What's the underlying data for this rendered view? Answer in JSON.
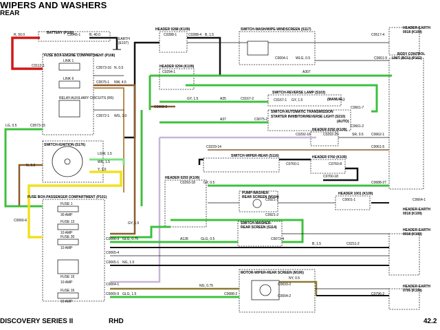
{
  "header": {
    "title": "WIPERS AND WASHERS",
    "subtitle": "REAR"
  },
  "footer": {
    "model": "DISCOVERY SERIES II",
    "drive": "RHD",
    "page": "42.2"
  },
  "components": {
    "battery": "BATTERY (P100)",
    "fuse_engine": "FUSE BOX-ENGINE COMPARTMENT (P108)",
    "link1": "LINK 1",
    "link6": "LINK 6",
    "relay": "RELAY-AUXILIARY CIRCUITS (R6)",
    "ignition": "SWITCH-IGNITION (S176)",
    "fuse_passenger": "FUSE BOX-PASSENGER COMPARTMENT (P101)",
    "header_0288": "HEADER 0288 (K109)",
    "header_0294": "HEADER 0294 (K109)",
    "header_0292": "HEADER 0292 (K109)",
    "header_0760": "HEADER 0760 (K109)",
    "header_0293": "HEADER 0293 (K109)",
    "header_1001": "HEADER 1001 (K109)",
    "switch_wash": "SWITCH-WASH/WIPE-WINDSCREEN (S117)",
    "switch_reverse": "SWITCH-REVERSE LAMP (S103)",
    "manual": "(MANUAL)",
    "switch_auto": "SWITCH-AUTOMATIC TRANSMISSION",
    "starter": "STARTER INHIBITOR/REVERSE LIGHT (S210)",
    "auto": "(AUTO)",
    "switch_wiper_rear": "SWITCH-WIPER-REAR (S116)",
    "pump": "PUMP-WASHER-",
    "pump2": "REAR SCREEN (M164)",
    "switch_washer": "SWITCH-WASHER-",
    "switch_washer2": "REAR SCREEN (S114)",
    "motor": "MOTOR-WIPER-REAR SCREEN (M106)",
    "bcu": "BODY CONTROL",
    "bcu2": "UNIT (BCU) (P162)",
    "header_earth_top": "HEADER-EARTH",
    "header_earth_top2": "0018 (K109)",
    "header_earth_mid": "HEADER-EARTH",
    "header_earth_mid2": "0018 (K109)",
    "header_earth_mid3": "HEADER-EARTH",
    "header_earth_mid4": "0018 (K109)",
    "header_earth_bot": "HEADER-EARTH",
    "header_earth_bot2": "0706 (K109)",
    "earth": "EARTH",
    "earth2": "(E107)"
  },
  "fuses": {
    "f1": "FUSE 1",
    "f1a": "30 AMP",
    "f2": "FUSE 13",
    "f2a": "10 AMP",
    "f3": "FUSE 30",
    "f3a": "10 AMP",
    "f4": "FUSE 15",
    "f4a": "10 AMP",
    "f5": "FUSE 16",
    "f5a": "10 AMP"
  },
  "wires": {
    "c1": "R, 50.0",
    "c2": "C0045-1",
    "c3": "B, 40.0",
    "c4": "C0112-1",
    "c5": "C0573-16",
    "c6": "N, 0.5",
    "c7": "C0575-1",
    "c8": "NW, 4.5",
    "c9": "C0572-1",
    "c10": "WG, 3.0",
    "c11": "LG, 0.5",
    "c12": "C0573-15",
    "c13": "N, 6.0",
    "c14": "LGW, 1.5",
    "c15": "WR, 1.5",
    "c16": "Y, 3.0",
    "c17": "C0288-1",
    "c18": "C0288-4",
    "c19": "B, 1.5",
    "c20": "C0517-4",
    "c21": "C0004-1",
    "c22": "WLG, 0.5",
    "c23": "C0661-5",
    "c24": "C0294-1",
    "c25": "A307",
    "c26": "GY, 1.5",
    "c27": "A35",
    "c28": "C0167-2",
    "c29": "C0167-1",
    "c30": "GY, 1.5",
    "c31": "C0661-7",
    "c32": "C0668-2",
    "c33": "C0661-2",
    "c34": "A37",
    "c35": "C0075-2",
    "c36": "C0292-16",
    "c37": "C0292-25",
    "c38": "SR, 0.5",
    "c39": "C0662-1",
    "c40": "C0229-14",
    "c41": "C0061-5",
    "c42": "C0760-1",
    "c43": "C0760-8",
    "c44": "C0760-18",
    "c45": "C0293-18",
    "c46": "GY, 0.5",
    "c47": "C0688-27",
    "c48": "C0921-1",
    "c49": "C0921-2",
    "c50": "C0001-1",
    "c51": "C0664-1",
    "c52": "C0066-6",
    "c53": "GY, 1.5",
    "c54": "C0066-3",
    "c55": "GLG, 0.75",
    "c56": "A128",
    "c57": "GLG, 0.5",
    "c58": "C0073-4",
    "c59": "B, 1.5",
    "c60": "C0211-2",
    "c61": "C0065-1",
    "c62": "NG, 1.0",
    "c63": "NG, 0.75",
    "c64": "C0065-9",
    "c65": "GLG, 1.5",
    "c66": "C0688-2",
    "c67": "NY, 0.5",
    "c68": "C0633-2",
    "c69": "C0796-2",
    "c70": "C0004-2",
    "c71": "C0064-1",
    "c72": "C0065-4"
  }
}
